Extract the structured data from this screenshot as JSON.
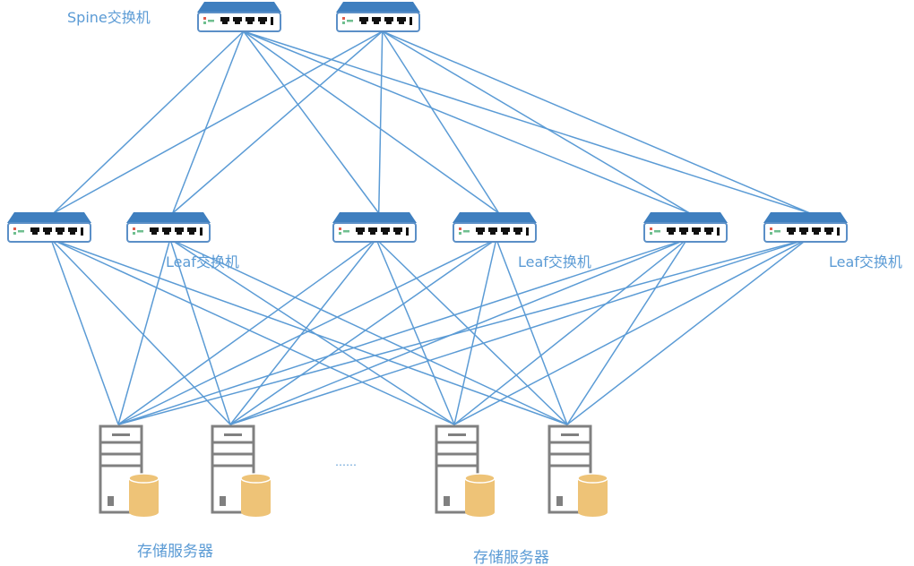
{
  "diagram": {
    "type": "spine-leaf network topology",
    "colors": {
      "link": "#5b9bd5",
      "label": "#5b9bd5",
      "switch_body": "#3f7fbf",
      "switch_border": "#5b8fc7",
      "port": "#111111",
      "led_red": "#e05a4a",
      "led_green": "#6fbf8f",
      "server_frame": "#808080",
      "disk": "#eec377"
    },
    "labels": {
      "spine": "Spine交换机",
      "leaf_1": "Leaf交换机",
      "leaf_2": "Leaf交换机",
      "leaf_3": "Leaf交换机",
      "storage_1": "存储服务器",
      "storage_2": "存储服务器",
      "ellipsis": "……"
    },
    "nodes": {
      "spines": [
        {
          "id": "spine-1",
          "icon": "network-switch-icon"
        },
        {
          "id": "spine-2",
          "icon": "network-switch-icon"
        }
      ],
      "leaves": [
        {
          "id": "leaf-1",
          "icon": "network-switch-icon"
        },
        {
          "id": "leaf-2",
          "icon": "network-switch-icon"
        },
        {
          "id": "leaf-3",
          "icon": "network-switch-icon"
        },
        {
          "id": "leaf-4",
          "icon": "network-switch-icon"
        },
        {
          "id": "leaf-5",
          "icon": "network-switch-icon"
        },
        {
          "id": "leaf-6",
          "icon": "network-switch-icon"
        }
      ],
      "servers": [
        {
          "id": "server-1",
          "icon": "storage-server-icon"
        },
        {
          "id": "server-2",
          "icon": "storage-server-icon"
        },
        {
          "id": "server-3",
          "icon": "storage-server-icon"
        },
        {
          "id": "server-4",
          "icon": "storage-server-icon"
        }
      ]
    },
    "edges": {
      "spine_to_leaf": "full-mesh",
      "leaf_to_server": "full-mesh"
    }
  }
}
